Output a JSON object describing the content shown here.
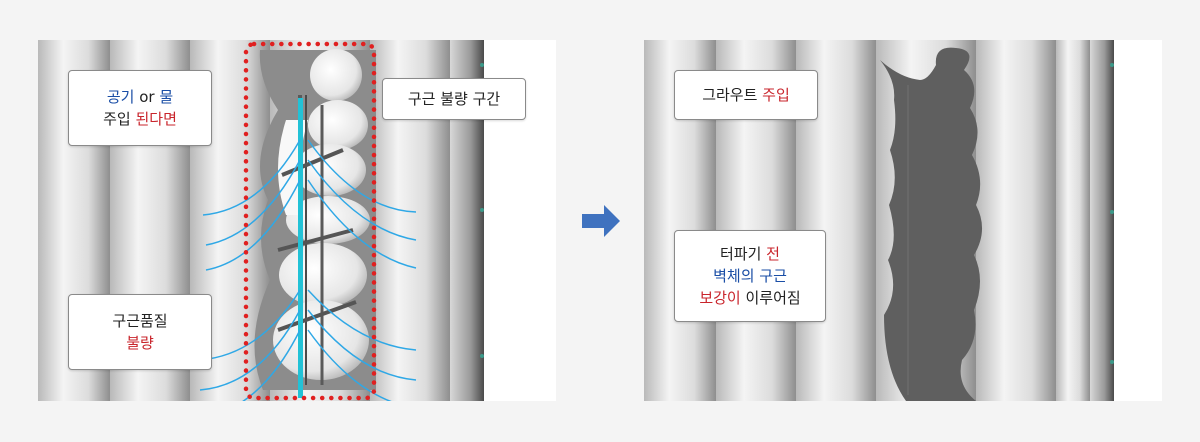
{
  "left_panel": {
    "callout_air": {
      "line1": {
        "a": "공기",
        "b": " or ",
        "c": "물"
      },
      "line2": {
        "a": "주입 ",
        "b": "된다면"
      }
    },
    "callout_section": {
      "text": "구근 불량 구간"
    },
    "callout_quality": {
      "line1": "구근품질",
      "line2": "불량"
    }
  },
  "right_panel": {
    "callout_grout": {
      "a": "그라우트 ",
      "b": "주입"
    },
    "callout_reinforce": {
      "line1": {
        "a": "터파기 ",
        "b": "전"
      },
      "line2": {
        "a": "벽체의 구근"
      },
      "line3": {
        "a": "보강이",
        "b": " 이루어짐"
      }
    }
  },
  "colors": {
    "blue_text": "#1a4ea6",
    "red_text": "#c9252c",
    "dotted_border": "#e02020",
    "flow_lines": "#2fa8e6",
    "arrow": "#3f72bf"
  }
}
